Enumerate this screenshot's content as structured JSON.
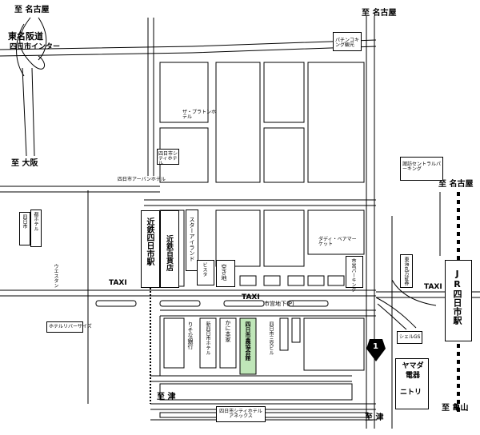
{
  "directions": {
    "nagoya_top_left": "至 名古屋",
    "nagoya_top_right": "至 名古屋",
    "osaka": "至 大阪",
    "nagoya_right": "至 名古屋",
    "tsu_center": "至 津",
    "tsu_bottom": "至 津",
    "kameyama": "至 亀山"
  },
  "highway": {
    "name": "東名阪道",
    "interchange": "四日市インター"
  },
  "route": {
    "number": "1"
  },
  "labels": {
    "taxi_left": "TAXI",
    "taxi_center": "TAXI",
    "taxi_right": "TAXI",
    "underground": "市営地下(P)"
  },
  "stations": {
    "kintetsu": "近鉄四日市駅",
    "jr": "JR四日市駅"
  },
  "buildings": {
    "pachinko": "パチンコキング観光",
    "the_plaston": "ザ・プラトンホテル",
    "shiti_hotel": "四日市シティホテル",
    "urban_hotel": "四日市アーバンホテル",
    "suwa_parking": "諏訪セントラルパーキング",
    "miyako_hotel": "都ホテル",
    "yokkaichi_box": "四日市",
    "kintetsu_dept": "近鉄百貨店",
    "star_island": "スターアイランド",
    "akichi": "空き地",
    "daddy_bear": "ダディ・ベアマーケット",
    "city_parking": "市営パーキング",
    "tokai_marudai": "東海丸万証券",
    "western_hotel": "ウエスタン",
    "hotel_riversides": "ホテルリバーサイズ",
    "rakuten_ginko": "りそな銀行",
    "shin_yokkaichi": "新四日市ホテル",
    "kaninohonke": "かに本家",
    "nokyo_kaikan": "四日市農協会館",
    "sanei": "四日市三交ビル",
    "vista": "ビスタ",
    "shell_gs": "シェルGS",
    "yamada": "ヤマダ電器",
    "nitori": "ニトリ",
    "shiti_annex": "四日市シティホテルアネックス"
  },
  "colors": {
    "highlight": "#bfe6b8",
    "line": "#000000"
  }
}
